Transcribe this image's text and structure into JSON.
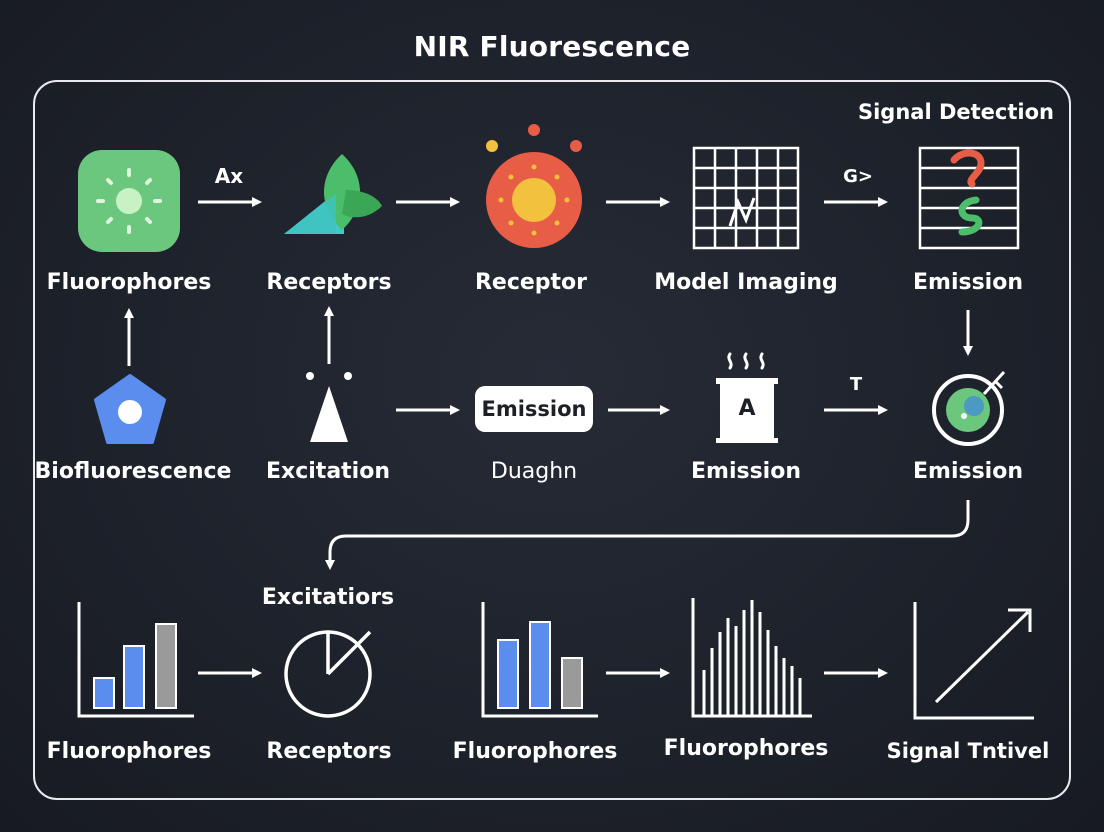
{
  "title": "NIR Fluorescence",
  "section_label": "Signal Detection",
  "row1": {
    "labels": [
      "Fluorophores",
      "Receptors",
      "Receptor",
      "Model Imaging",
      "Emission"
    ],
    "arrow_labels": [
      "Ax",
      "G>"
    ]
  },
  "row2": {
    "labels": [
      "Biofluorescence",
      "Excitation",
      "Duaghn",
      "Emission",
      "Emission"
    ],
    "pill_text": "Emission",
    "box_letter": "A",
    "arrow_label": "T"
  },
  "row3": {
    "labels": [
      "Fluorophores",
      "Receptors",
      "Fluorophores",
      "Fluorophores",
      "Signal Tntivel"
    ],
    "top_label": "Excitatiors"
  },
  "colors": {
    "background": "#1d212a",
    "line": "#ffffff",
    "green": "#6cc77e",
    "blue": "#5b8def",
    "red": "#e85d45",
    "yellow": "#f2c13d",
    "gray": "#9a9a9a"
  },
  "icons": [
    "fluorophore-cell-icon",
    "leaf-receptor-icon",
    "sun-receptor-icon",
    "grid-chart-icon",
    "lined-chart-icon",
    "pentagon-cell-icon",
    "cone-excitation-icon",
    "steam-box-icon",
    "target-cell-icon",
    "bar-chart-icon",
    "clock-gauge-icon",
    "spectrum-icon",
    "trend-line-icon"
  ]
}
